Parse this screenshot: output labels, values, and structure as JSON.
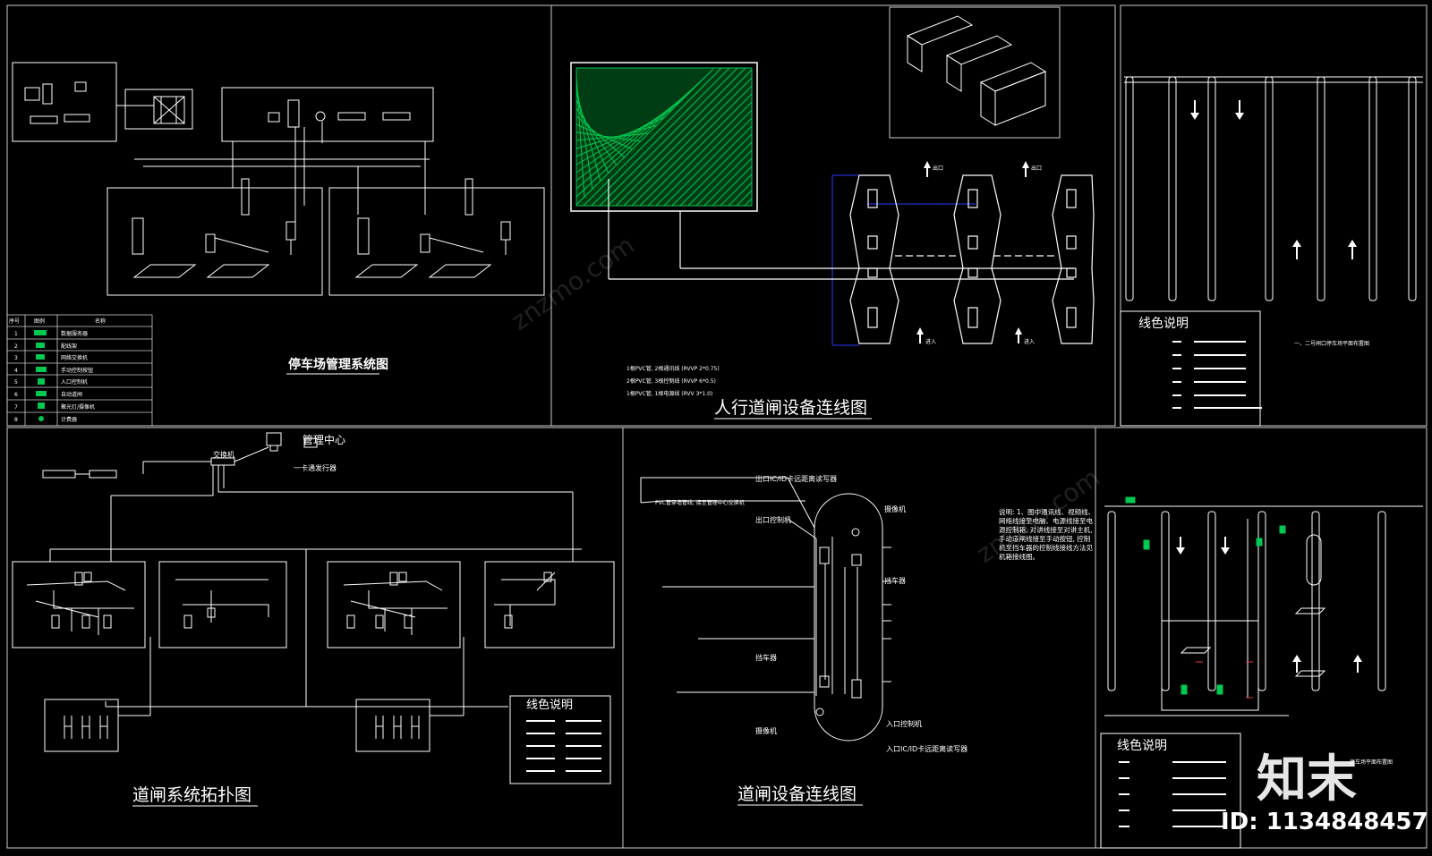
{
  "panels": {
    "parking": {
      "title": "停车场管理系统图"
    },
    "pedestrian": {
      "title": "人行道闸设备连线图",
      "labels": {
        "exit": "出口",
        "entry": "进入"
      },
      "notes": [
        "1根PVC管, 2根通讯线 (RVVP 2*0.75)",
        "2根PVC管, 3根控制线 (RVVP 6*0.5)",
        "1根PVC管, 1根电源线 (RVV 3*1.0)"
      ]
    },
    "topology": {
      "title": "道闸系统拓扑图",
      "center": "管理中心",
      "card": "一卡通发行器",
      "switch": "交换机"
    },
    "wiring": {
      "title": "道闸设备连线图",
      "labels": {
        "exit_reader": "出口IC/ID卡远距离读写器",
        "exit_ctrl": "出口控制机",
        "camera": "摄像机",
        "stopper": "挡车器",
        "entry_ctrl": "入口控制机",
        "entry_reader": "入口IC/ID卡远距离读写器",
        "pipe": "PVC管穿墙管线, 接至管理中心交换机"
      },
      "note": "说明: 1、图中通讯线、视频线、网络线接至电脑、电源线接至电源控制箱, 对讲线接至对讲主机, 手动道闸线接至手动按钮, 控制机至挡车器的控制线接线方法见机箱接线图。"
    },
    "layout_top": {
      "title": "一、二号闸口停车场平面布置图"
    },
    "layout_bottom": {
      "title": "停车场平面布置图"
    }
  },
  "line_legend_title": "线色说明",
  "legend": {
    "headers": [
      "序号",
      "图例",
      "名称"
    ],
    "rows": [
      {
        "no": "1",
        "name": "数据服务器"
      },
      {
        "no": "2",
        "name": "配线架"
      },
      {
        "no": "3",
        "name": "网络交换机"
      },
      {
        "no": "4",
        "name": "手动控制按钮"
      },
      {
        "no": "5",
        "name": "入口控制机"
      },
      {
        "no": "6",
        "name": "自动道闸"
      },
      {
        "no": "7",
        "name": "聚光灯/摄像机"
      },
      {
        "no": "8",
        "name": "计费器"
      }
    ]
  },
  "watermark": {
    "brand": "知末",
    "id": "ID: 1134848457",
    "site": "znzmo.com"
  },
  "colors": {
    "background": "#000000",
    "lines": "#ffffff",
    "accent_green": "#00c850",
    "dimension_blue": "#2a3aff"
  }
}
